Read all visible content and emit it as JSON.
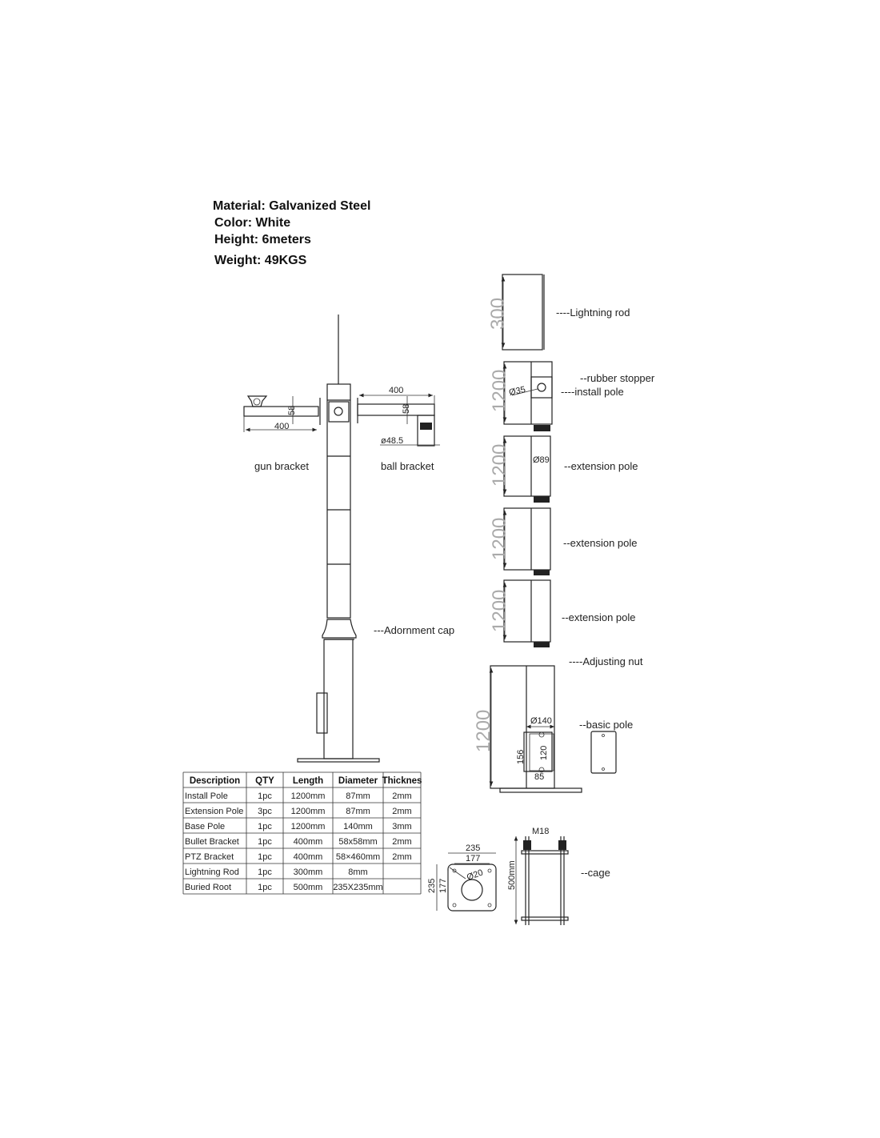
{
  "specs": {
    "material": "Material: Galvanized Steel",
    "color": "Color: White",
    "height": "Height: 6meters",
    "weight": "Weight: 49KGS"
  },
  "main_drawing": {
    "gun_bracket_label": "gun bracket",
    "ball_bracket_label": "ball bracket",
    "adornment_cap_label": "---Adornment cap",
    "gun_dim_length": "400",
    "gun_dim_height": "58",
    "ball_dim_length": "400",
    "ball_dim_height": "58",
    "ball_dim_diameter": "ø48.5"
  },
  "parts": {
    "lightning_rod": {
      "label": "----Lightning rod",
      "dim": "300"
    },
    "install_pole": {
      "stopper_label": "--rubber stopper",
      "label": "----install pole",
      "dim": "1200",
      "diameter": "Ø35"
    },
    "extension_pole_1": {
      "label": "--extension pole",
      "dim": "1200",
      "diameter": "Ø89"
    },
    "extension_pole_2": {
      "label": "--extension pole",
      "dim": "1200"
    },
    "extension_pole_3": {
      "label": "--extension pole",
      "dim": "1200"
    },
    "base_pole": {
      "nut_label": "----Adjusting nut",
      "label": "--basic pole",
      "dim": "1200",
      "diameter": "Ø140",
      "dim_156": "156",
      "dim_120": "120",
      "dim_85": "85"
    },
    "cage": {
      "label": "--cage",
      "dim_235_w": "235",
      "dim_177_w": "177",
      "dim_235_h": "235",
      "dim_177_h": "177",
      "hole": "Ø20",
      "bolt": "M18",
      "height": "500mm"
    }
  },
  "table": {
    "headers": [
      "Description",
      "QTY",
      "Length",
      "Diameter",
      "Thicknes"
    ],
    "rows": [
      [
        "Install Pole",
        "1pc",
        "1200mm",
        "87mm",
        "2mm"
      ],
      [
        "Extension Pole",
        "3pc",
        "1200mm",
        "87mm",
        "2mm"
      ],
      [
        "Base Pole",
        "1pc",
        "1200mm",
        "140mm",
        "3mm"
      ],
      [
        "Bullet Bracket",
        "1pc",
        "400mm",
        "58x58mm",
        "2mm"
      ],
      [
        "PTZ Bracket",
        "1pc",
        "400mm",
        "58×460mm",
        "2mm"
      ],
      [
        "Lightning Rod",
        "1pc",
        "300mm",
        "8mm",
        ""
      ],
      [
        "Buried Root",
        "1pc",
        "500mm",
        "235X235mm",
        ""
      ]
    ]
  }
}
